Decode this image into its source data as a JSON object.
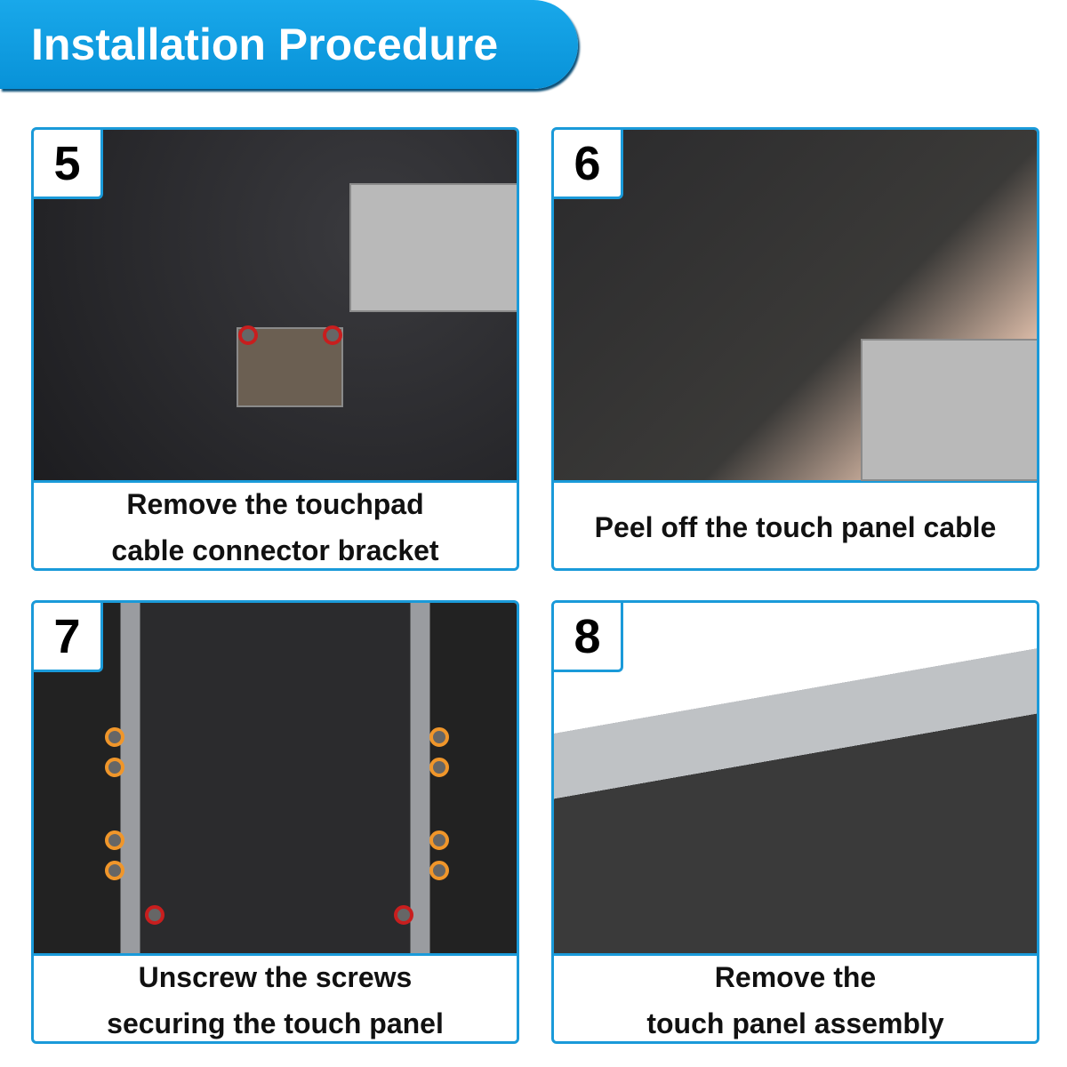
{
  "header": {
    "title": "Installation Procedure"
  },
  "steps": [
    {
      "number": "5",
      "caption_line1": "Remove the touchpad",
      "caption_line2": "cable connector bracket"
    },
    {
      "number": "6",
      "caption_line1": "Peel off the touch panel cable",
      "caption_line2": ""
    },
    {
      "number": "7",
      "caption_line1": "Unscrew the screws",
      "caption_line2": "securing the touch panel"
    },
    {
      "number": "8",
      "caption_line1": "Remove the",
      "caption_line2": "touch panel assembly"
    }
  ],
  "colors": {
    "accent": "#1a9ad9",
    "banner": "#0a9be0"
  }
}
